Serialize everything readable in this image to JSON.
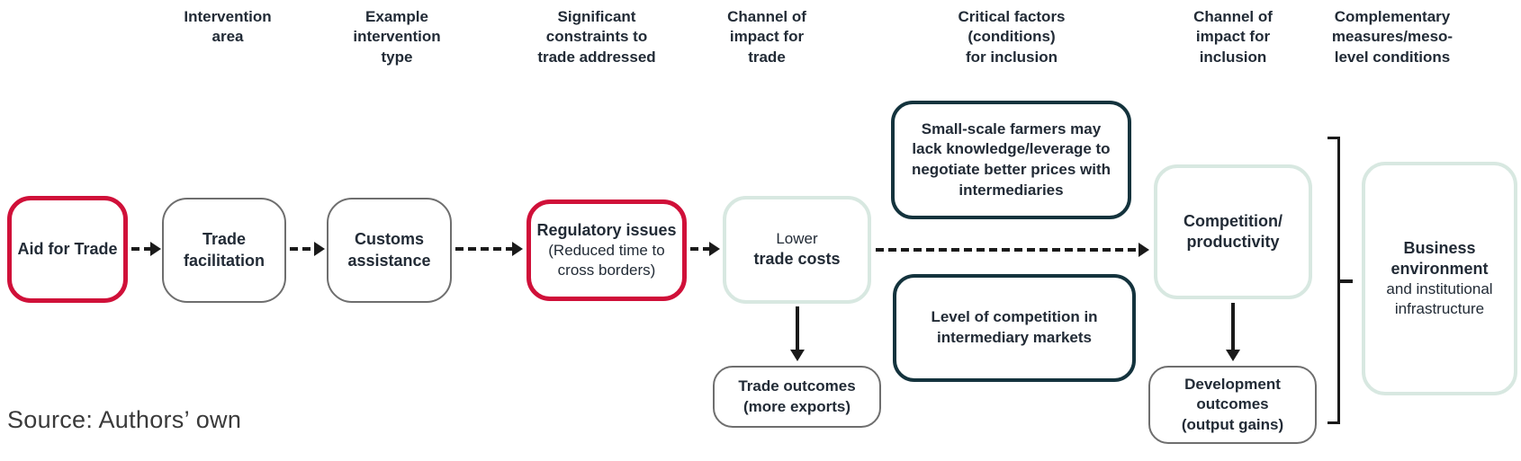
{
  "diagram": {
    "type": "flowchart",
    "topic": "Aid for Trade causal chain: trade facilitation to inclusion outcomes"
  },
  "colors": {
    "highlight_red": "#d01039",
    "dark_navy": "#14333d",
    "mint_green": "#d8e8e1",
    "neutral_gray": "#6e6e6e",
    "text": "#222b36",
    "arrow_black": "#1a1a1a"
  },
  "headers": [
    {
      "label": "Intervention\narea"
    },
    {
      "label": "Example\nintervention\ntype"
    },
    {
      "label": "Significant\nconstraints to\ntrade addressed"
    },
    {
      "label": "Channel of\nimpact for\ntrade"
    },
    {
      "label": "Critical factors\n(conditions)\nfor inclusion"
    },
    {
      "label": "Channel of\nimpact for\ninclusion"
    },
    {
      "label": "Complementary\nmeasures/meso-\nlevel conditions"
    }
  ],
  "boxes": {
    "aid_for_trade": {
      "label": "Aid for Trade"
    },
    "trade_facilitation": {
      "label": "Trade\nfacilitation"
    },
    "customs_assistance": {
      "label": "Customs\nassistance"
    },
    "regulatory_issues": {
      "title": "Regulatory issues",
      "subtitle": "(Reduced time to\ncross borders)"
    },
    "lower_trade_costs": {
      "prefix": "Lower",
      "emphasis": "trade costs"
    },
    "farmers_constraint": {
      "label": "Small-scale farmers may\nlack knowledge/leverage to\nnegotiate better prices with\nintermediaries"
    },
    "competition_level": {
      "label": "Level of competition in\nintermediary markets"
    },
    "competition_productivity": {
      "label": "Competition/\nproductivity"
    },
    "business_environment": {
      "title": "Business\nenvironment",
      "subtitle": "and institutional\ninfrastructure"
    },
    "trade_outcomes": {
      "label": "Trade outcomes\n(more exports)"
    },
    "development_outcomes": {
      "label": "Development\noutcomes\n(output gains)"
    }
  },
  "source_note": "Source: Authors’ own"
}
